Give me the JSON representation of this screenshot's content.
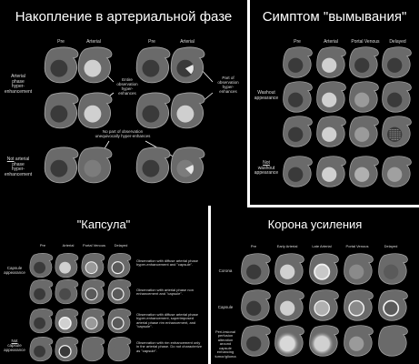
{
  "colors": {
    "background": "#000000",
    "liver": "#6a6a6a",
    "liver_edge": "#a8a8a8",
    "dark_lesion": "#3a3a3a",
    "bright_lesion": "#d2d2d2",
    "capsule_ring": "#f4f4f4"
  },
  "panels": {
    "arterial": {
      "title": "Накопление в артериальной фазе",
      "headers": [
        "Pre",
        "Arterial",
        "Pre",
        "Arterial"
      ],
      "rows": [
        {
          "label": "Arterial\nphase\nhyper-\nenhancement"
        },
        {
          "label_not": "Not",
          "label_rest": " arterial\nphase\nhyper-\nenhancement"
        }
      ],
      "annotations": {
        "entire": "Entire\nobservation\nhyper-\nenhances",
        "part": "Part of\nobservation\nhyper-\nenhances",
        "none": "No part of observation\nunequivocally hyper-enhances"
      }
    },
    "washout": {
      "title": "Симптом \"вымывания\"",
      "headers": [
        "Pre",
        "Arterial",
        "Portal Venous",
        "Delayed"
      ],
      "rows": [
        {
          "label": "Washout\nappearance"
        },
        {
          "label_not": "Not",
          "label_rest": "\nwashout\nappearance"
        }
      ]
    },
    "capsule": {
      "title": "\"Капсула\"",
      "headers": [
        "Pre",
        "Arterial",
        "Portal Venous",
        "Delayed"
      ],
      "rows": [
        {
          "label": "Capsule\nappearance",
          "note": "Observation with diffuse arterial phase\nhyper-enhancement and \"capsule\"."
        },
        {
          "label": "",
          "note": "Observation with arterial phase non\nenhancement and \"capsule\"."
        },
        {
          "label": "",
          "note": "Observation with diffuse arterial phase\nhyper-enhancement, superimposed\narterial phase rim enhancement, and\n\"capsule\"."
        },
        {
          "label_not": "Not",
          "label_rest": "\ncapsule\nappearance",
          "note": "Observation with rim enhancement only\nin the arterial phase. Do not characterize\nas \"capsule\"."
        }
      ]
    },
    "corona": {
      "title": "Корона усиления",
      "headers": [
        "Pre",
        "Early Arterial",
        "Late Arterial",
        "Portal Venous",
        "Delayed"
      ],
      "rows": [
        {
          "label": "Corona"
        },
        {
          "label": "Capsule"
        },
        {
          "label": "Peri-lesional\nperfusion\nalteration\naround\ncapsule\nenhancing\ntumor/glioma"
        }
      ]
    }
  }
}
